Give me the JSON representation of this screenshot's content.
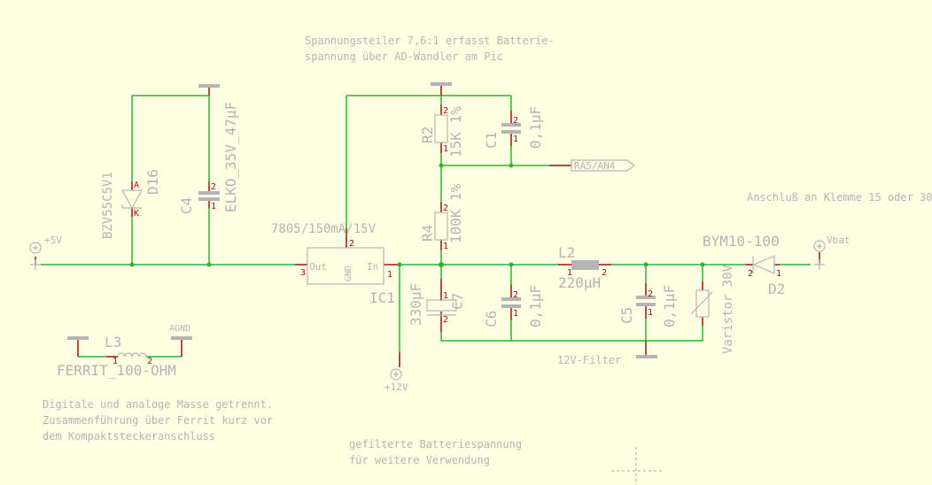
{
  "notes": {
    "top": [
      "Spannungsteiler 7,6:1 erfasst Batterie-",
      "spannung über AD-Wandler am Pic"
    ],
    "right": "Anschluß an Klemme 15 oder 30",
    "bottom_left": [
      "Digitale und analoge Masse getrennt.",
      "Zusammenführung über Ferrit kurz vor",
      "dem Kompaktsteckeranschluss"
    ],
    "bottom_mid": [
      "gefilterte Batteriespannung",
      "für weitere Verwendung"
    ],
    "filter": "12V-Filter"
  },
  "supplies": {
    "p5v": "+5V",
    "p12v": "+12V",
    "vbat": "Vbat",
    "agnd": "AGND"
  },
  "parts": {
    "d16": {
      "name": "D16",
      "value": "BZV55C5V1",
      "pa": "A",
      "pk": "K"
    },
    "c4": {
      "name": "C4",
      "value": "ELKO_35V_47µF"
    },
    "ic1": {
      "name": "IC1",
      "value": "7805/150mA/15V",
      "out": "Out",
      "gnd": "GND",
      "in": "In"
    },
    "r2": {
      "name": "R2",
      "value": "15K 1%"
    },
    "r4": {
      "name": "R4",
      "value": "100K 1%"
    },
    "c1": {
      "name": "C1",
      "value": "0,1µF"
    },
    "c6": {
      "name": "C6",
      "value": "0,1µF"
    },
    "c5": {
      "name": "C5",
      "value": "0,1µF"
    },
    "c7": {
      "name": "C7",
      "value": "330µF"
    },
    "l2": {
      "name": "L2",
      "value": "220µH"
    },
    "l3": {
      "name": "L3",
      "value": "FERRIT_100-OHM"
    },
    "d2": {
      "name": "D2",
      "value": "BYM10-100"
    },
    "varistor": {
      "value": "Varistor 30V"
    },
    "label_ra5": "RA5/AN4"
  },
  "pins": {
    "one": "1",
    "two": "2",
    "three": "3"
  }
}
